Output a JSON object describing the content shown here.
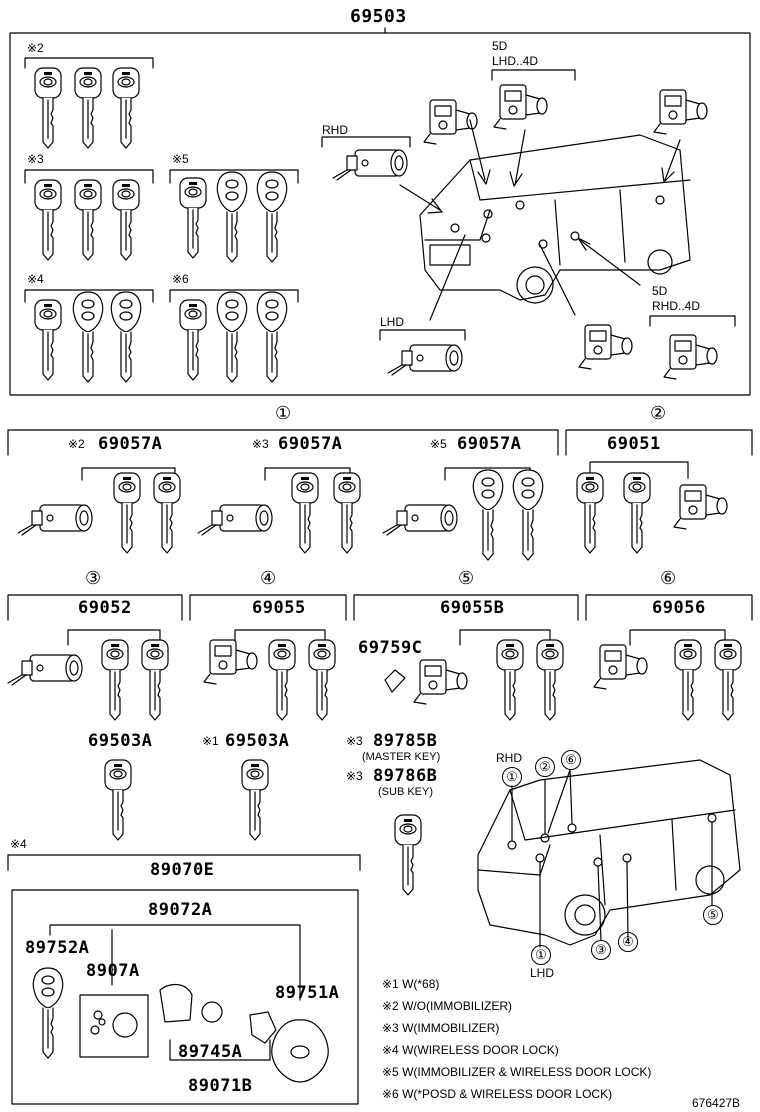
{
  "header": {
    "part_number": "69503"
  },
  "top_panel": {
    "groups": [
      {
        "mark": "※2"
      },
      {
        "mark": "※3"
      },
      {
        "mark": "※5"
      },
      {
        "mark": "※4"
      },
      {
        "mark": "※6"
      }
    ],
    "labels": {
      "rhd": "RHD",
      "lhd": "LHD",
      "five_d_lhd_4d_line1": "5D",
      "five_d_lhd_4d_line2": "LHD..4D",
      "five_d_rhd_4d_line1": "5D",
      "five_d_rhd_4d_line2": "RHD..4D"
    }
  },
  "sections": [
    {
      "number": "①",
      "items": [
        {
          "mark": "※2",
          "part": "69057A"
        },
        {
          "mark": "※3",
          "part": "69057A"
        },
        {
          "mark": "※5",
          "part": "69057A"
        }
      ]
    },
    {
      "number": "②",
      "part": "69051"
    },
    {
      "number": "③",
      "part": "69052"
    },
    {
      "number": "④",
      "part": "69055"
    },
    {
      "number": "⑤",
      "part": "69055B",
      "extra_part": "69759C"
    },
    {
      "number": "⑥",
      "part": "69056"
    }
  ],
  "keys": {
    "k1": {
      "part": "69503A"
    },
    "k2": {
      "mark": "※1",
      "part": "69503A"
    },
    "master": {
      "mark": "※3",
      "part": "89785B",
      "sub": "(MASTER KEY)"
    },
    "subkey": {
      "mark": "※3",
      "part": "89786B",
      "sub": "(SUB KEY)"
    }
  },
  "wireless": {
    "mark": "※4",
    "outer_part": "89070E",
    "inner_part": "89072A",
    "parts": [
      "89752A",
      "8907A",
      "89751A",
      "89745A",
      "89071B"
    ]
  },
  "van_locator": {
    "rhd": "RHD",
    "lhd": "LHD",
    "circles_top": [
      "①",
      "②",
      "⑥"
    ],
    "circles_bottom": [
      "①",
      "③",
      "④",
      "⑤"
    ]
  },
  "notes": [
    "※1 W(*68)",
    "※2 W/O(IMMOBILIZER)",
    "※3 W(IMMOBILIZER)",
    "※4 W(WIRELESS DOOR LOCK)",
    "※5 W(IMMOBILIZER & WIRELESS DOOR LOCK)",
    "※6 W(*POSD & WIRELESS DOOR LOCK)"
  ],
  "figure_id": "676427B"
}
